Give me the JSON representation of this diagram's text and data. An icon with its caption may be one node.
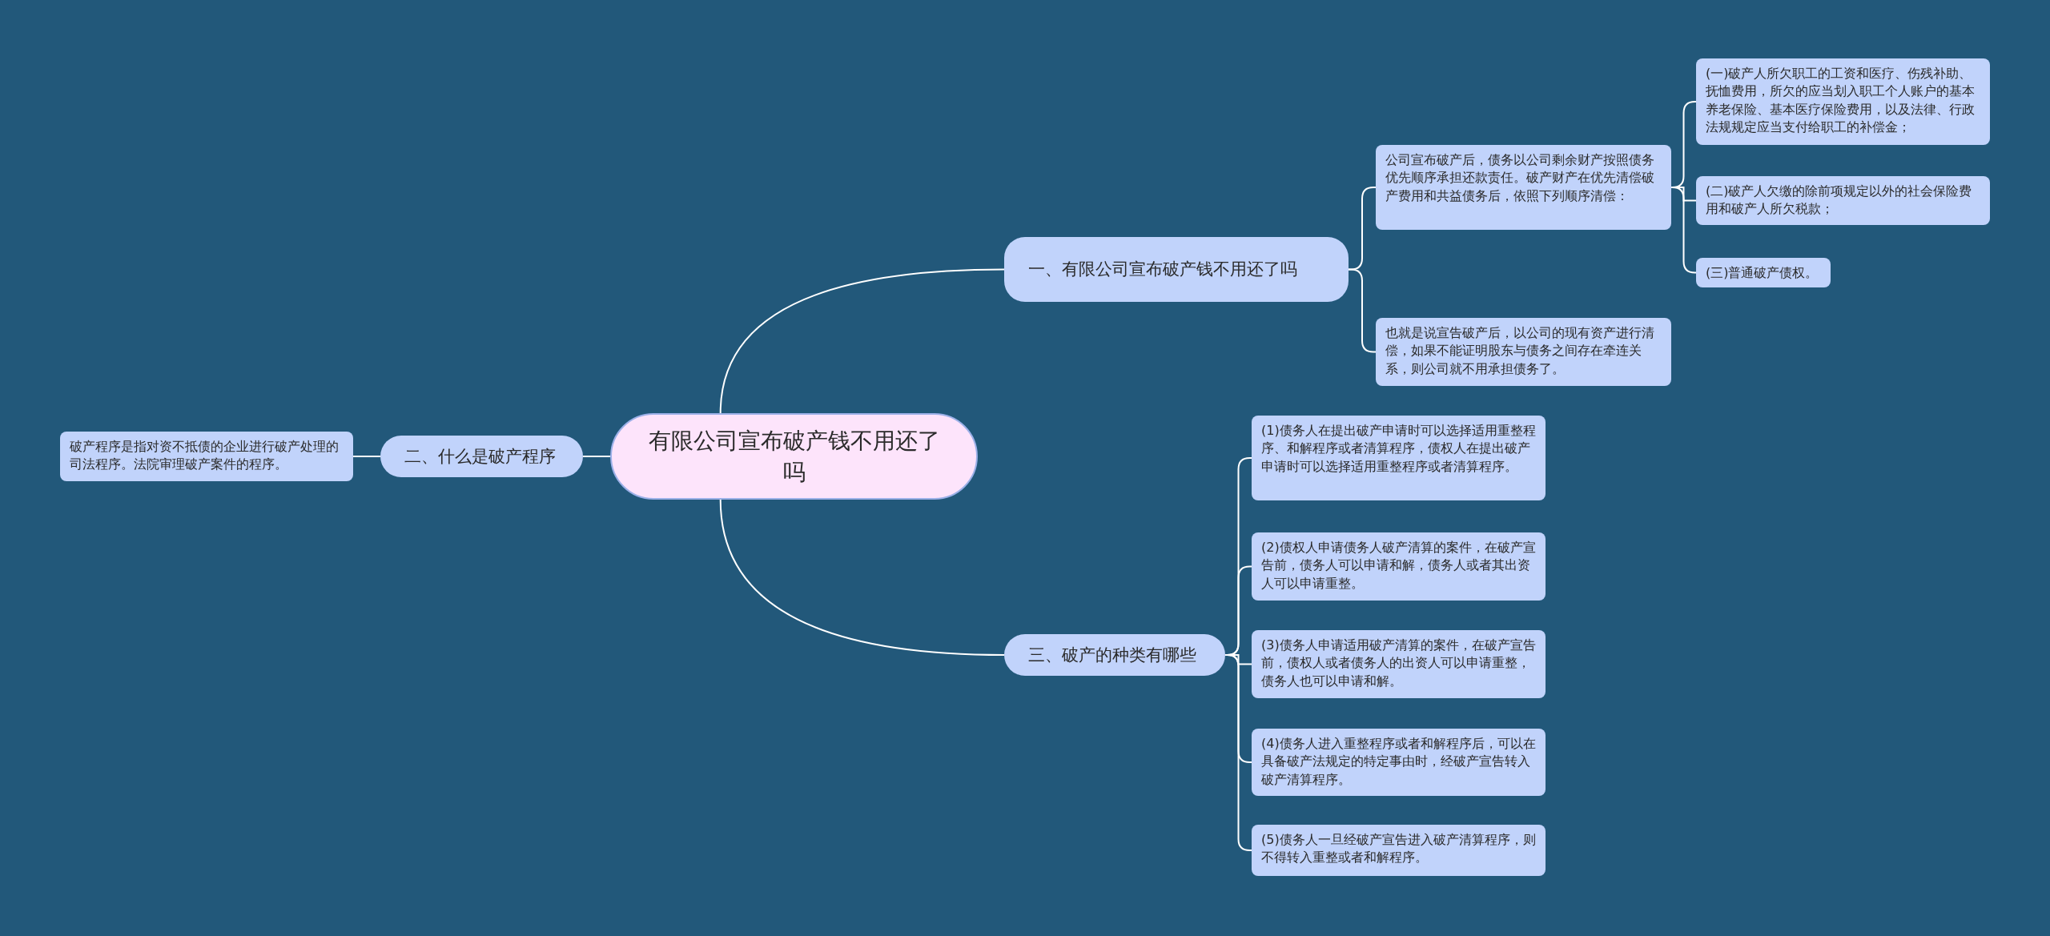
{
  "diagram": {
    "nodes": [
      {
        "text": [
          "有限公司宣布破产钱不用还了吗"
        ]
      },
      {
        "text": [
          "一、有限公司宣布破产钱不用还了吗"
        ]
      },
      {
        "text": [
          "公司宣布破产后，债务以公司剩余财产按照债务优先顺序承担还款责任。破产财产在优先清偿破产费用和共益债务后，依照下列顺序清偿："
        ]
      },
      {
        "text": [
          "(一)破产人所欠职工的工资和医疗、伤残补助、抚恤费用，所欠的应当划入职工个人账户的基本养老保险、基本医疗保险费用，以及法律、行政法规规定应当支付给职工的补偿金；"
        ]
      },
      {
        "text": [
          "(二)破产人欠缴的除前项规定以外的社会保险费用和破产人所欠税款；"
        ]
      },
      {
        "text": [
          "(三)普通破产债权。"
        ]
      },
      {
        "text": [
          "也就是说宣告破产后，以公司的现有资产进行清偿，如果不能证明股东与债务之间存在牵连关系，则公司就不用承担债务了。"
        ]
      },
      {
        "text": [
          "二、什么是破产程序"
        ]
      },
      {
        "text": [
          "破产程序是指对资不抵债的企业进行破产处理的司法程序。法院审理破产案件的程序。"
        ]
      },
      {
        "text": [
          "三、破产的种类有哪些"
        ]
      },
      {
        "text": [
          "(1)债务人在提出破产申请时可以选择适用重整程序、和解程序或者清算程序，债权人在提出破产申请时可以选择适用重整程序或者清算程序。"
        ]
      },
      {
        "text": [
          "(2)债权人申请债务人破产清算的案件，在破产宣告前，债务人可以申请和解，债务人或者其出资人可以申请重整。"
        ]
      },
      {
        "text": [
          "(3)债务人申请适用破产清算的案件，在破产宣告前，债权人或者债务人的出资人可以申请重整，债务人也可以申请和解。"
        ]
      },
      {
        "text": [
          "(4)债务人进入重整程序或者和解程序后，可以在具备破产法规定的特定事由时，经破产宣告转入破产清算程序。"
        ]
      },
      {
        "text": [
          "(5)债务人一旦经破产宣告进入破产清算程序，则不得转入重整或者和解程序。"
        ]
      }
    ],
    "edges": [
      {
        "from": 0,
        "to": 1,
        "arrow": "none"
      },
      {
        "from": 1,
        "to": 2,
        "arrow": "none"
      },
      {
        "from": 2,
        "to": 3,
        "arrow": "none"
      },
      {
        "from": 2,
        "to": 4,
        "arrow": "none"
      },
      {
        "from": 2,
        "to": 5,
        "arrow": "none"
      },
      {
        "from": 1,
        "to": 6,
        "arrow": "none"
      },
      {
        "from": 0,
        "to": 7,
        "arrow": "none"
      },
      {
        "from": 7,
        "to": 8,
        "arrow": "none"
      },
      {
        "from": 0,
        "to": 9,
        "arrow": "none"
      },
      {
        "from": 9,
        "to": 10,
        "arrow": "none"
      },
      {
        "from": 9,
        "to": 11,
        "arrow": "none"
      },
      {
        "from": 9,
        "to": 12,
        "arrow": "none"
      },
      {
        "from": 9,
        "to": 13,
        "arrow": "none"
      },
      {
        "from": 9,
        "to": 14,
        "arrow": "none"
      }
    ]
  }
}
